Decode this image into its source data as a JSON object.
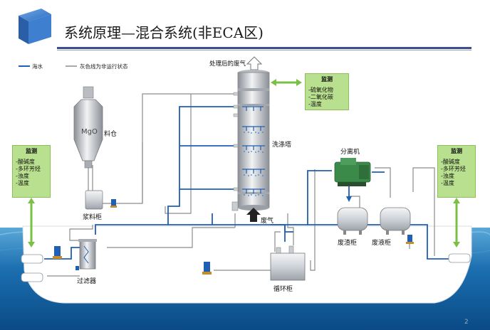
{
  "header": {
    "title": "系统原理—混合系统(非ECA区)",
    "page_number": "2"
  },
  "legend": {
    "seawater": "海水",
    "grey_line": "灰色线为非运行状态"
  },
  "labels": {
    "treated_exhaust": "处理后的废气",
    "mgo": "MgO",
    "silo": "料仓",
    "slurry_tank": "浆料柜",
    "scrubber": "洗涤塔",
    "exhaust": "废气",
    "separator": "分离机",
    "sludge_tank": "废渣柜",
    "waste_liquid_tank": "废液柜",
    "circulation_tank": "循环柜",
    "filter": "过滤器"
  },
  "monitors": {
    "top": {
      "heading": "监测",
      "items": [
        "-硫氧化物",
        "-二氧化碳",
        "-温度"
      ]
    },
    "left": {
      "heading": "监测",
      "items": [
        "-酸碱度",
        "-多环芳烃",
        "-浊度",
        "-温度"
      ]
    },
    "right": {
      "heading": "监测",
      "items": [
        "-酸碱度",
        "-多环芳烃",
        "-浊度",
        "-温度"
      ]
    }
  },
  "colors": {
    "seawater_line": "#1f5fb4",
    "inactive_line": "#8c8c8c",
    "monitor_fill": "#b9e08f",
    "arrow_green": "#7ac143",
    "title_bar": "#3a4f8c"
  }
}
